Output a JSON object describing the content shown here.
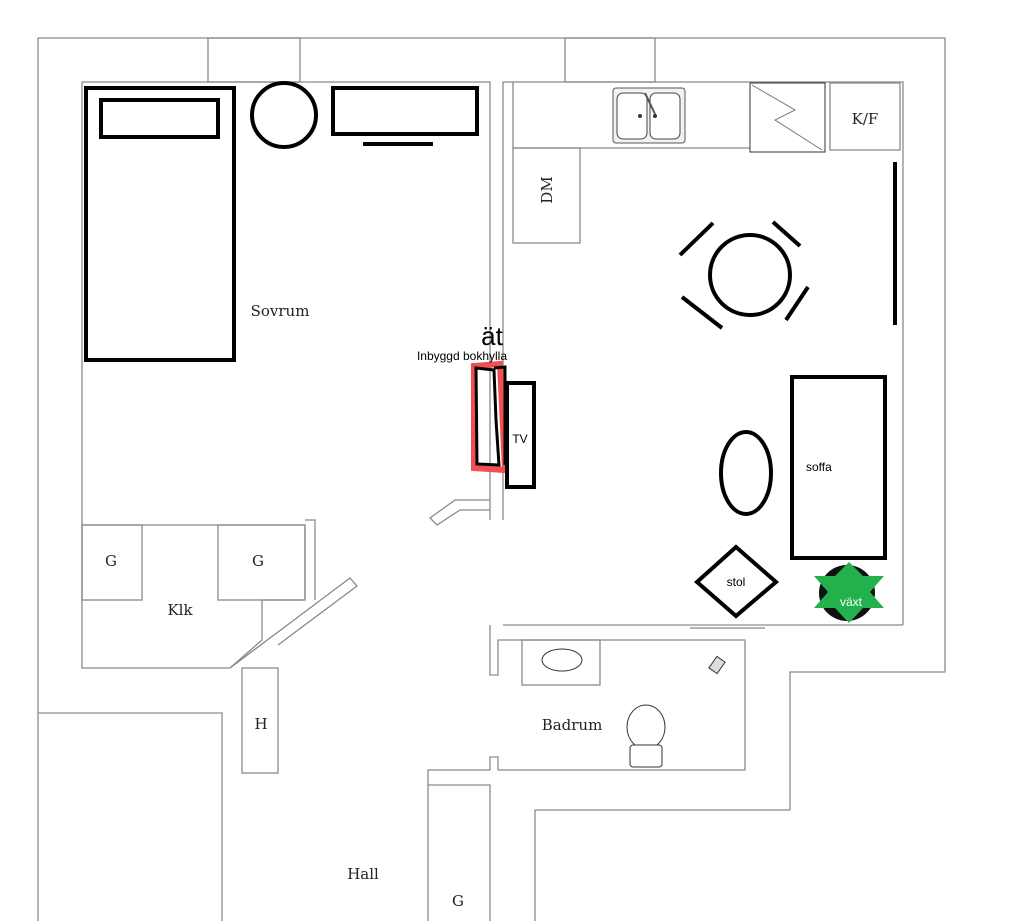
{
  "rooms": {
    "bedroom": "Sovrum",
    "closet": "Klk",
    "closet_g1": "G",
    "closet_g2": "G",
    "h": "H",
    "bathroom": "Badrum",
    "hall": "Hall",
    "hall_g": "G",
    "dishwasher": "DM",
    "fridge_freezer": "K/F"
  },
  "furniture": {
    "bookshelf": "Inbyggd bokhylla",
    "bookshelf_fragment": "ät",
    "tv": "TV",
    "sofa": "soffa",
    "chair": "stol",
    "plant": "växt"
  },
  "colors": {
    "bookshelf_highlight": "#f05050",
    "plant": "#22b14c"
  }
}
